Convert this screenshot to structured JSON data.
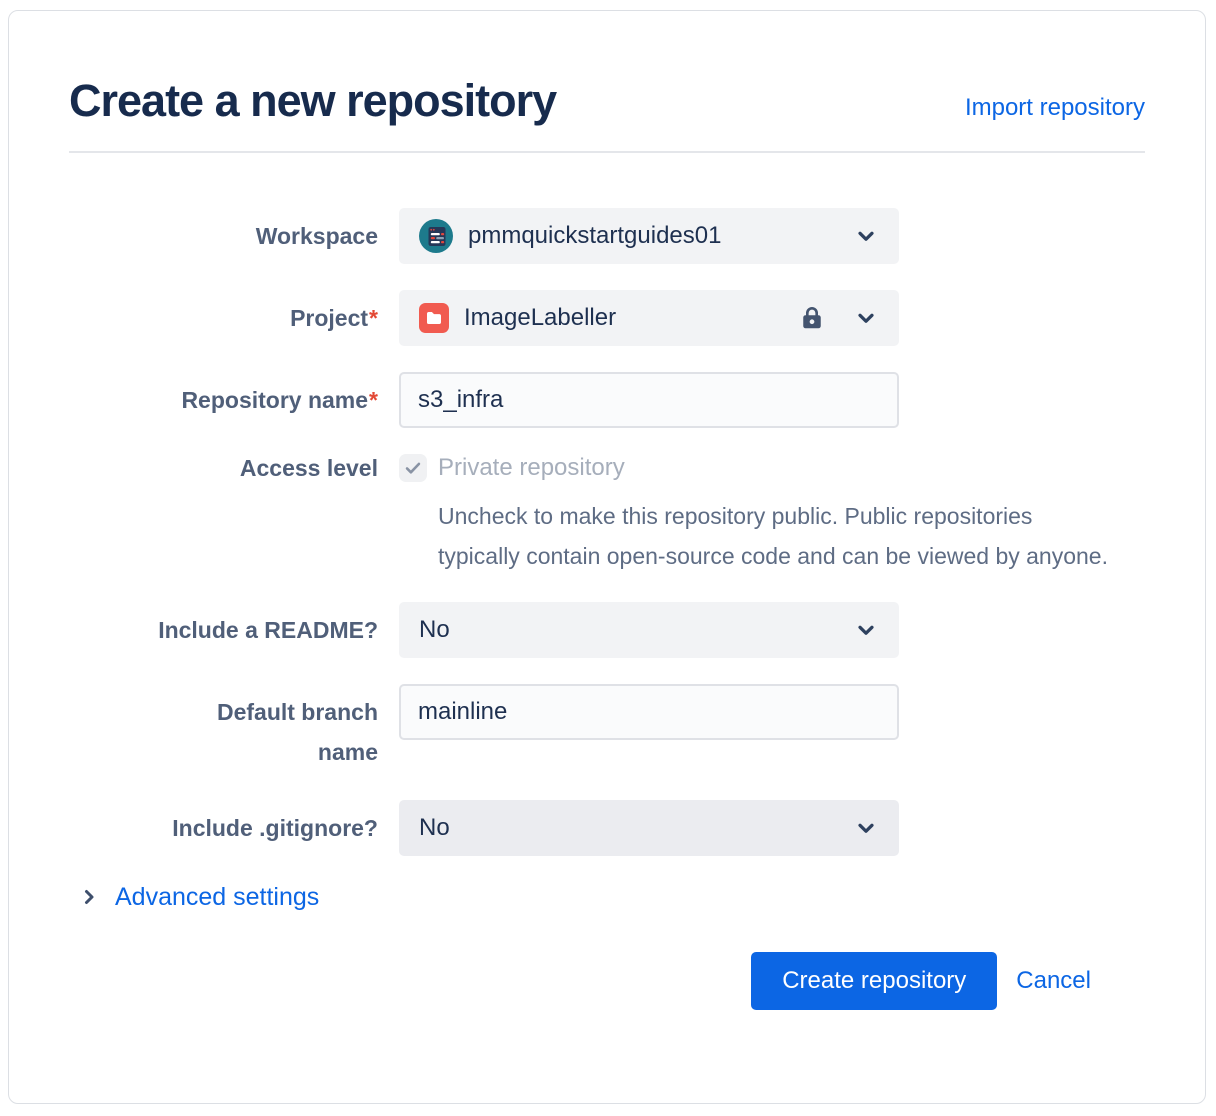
{
  "page": {
    "title": "Create a new repository",
    "import_link": "Import repository"
  },
  "form": {
    "workspace": {
      "label": "Workspace",
      "value": "pmmquickstartguides01"
    },
    "project": {
      "label": "Project",
      "required": "*",
      "value": "ImageLabeller"
    },
    "repository_name": {
      "label": "Repository name",
      "required": "*",
      "value": "s3_infra"
    },
    "access_level": {
      "label": "Access level",
      "checkbox_checked": true,
      "checkbox_label": "Private repository",
      "help_text": "Uncheck to make this repository public. Public repositories typically contain open-source code and can be viewed by anyone."
    },
    "include_readme": {
      "label": "Include a README?",
      "value": "No"
    },
    "default_branch": {
      "label": "Default branch\nname",
      "value": "mainline"
    },
    "include_gitignore": {
      "label": "Include .gitignore?",
      "value": "No"
    }
  },
  "advanced_settings": {
    "label": "Advanced settings"
  },
  "actions": {
    "create": "Create repository",
    "cancel": "Cancel"
  },
  "colors": {
    "accent_blue": "#0C66E4",
    "title_text": "#172B4D",
    "label_text": "#505F79",
    "required_red": "#E34935",
    "workspace_avatar_teal": "#1D7A8C",
    "project_icon_red": "#F15B50",
    "field_bg": "#F2F3F5",
    "disabled_text": "#A6AEBB"
  }
}
